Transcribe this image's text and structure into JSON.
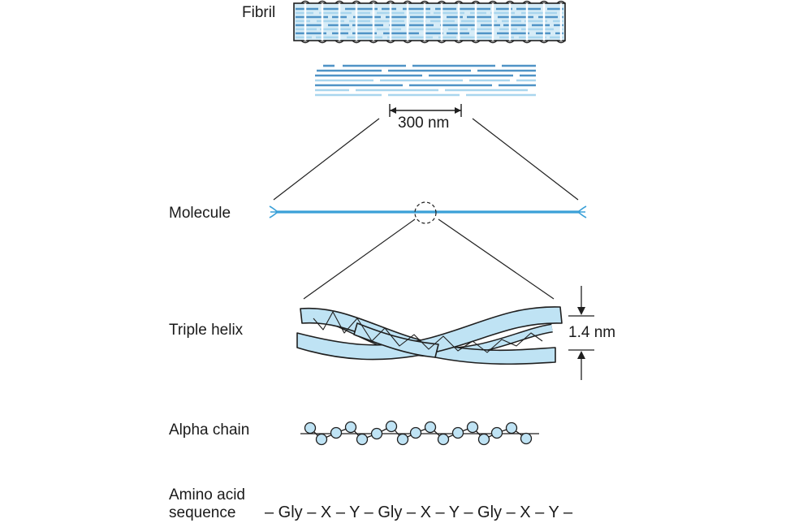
{
  "labels": {
    "fibril": "Fibril",
    "molecule": "Molecule",
    "triple_helix": "Triple helix",
    "alpha_chain": "Alpha chain",
    "amino_acid_line1": "Amino acid",
    "amino_acid_line2": "sequence"
  },
  "dimensions": {
    "period": "300 nm",
    "diameter": "1.4 nm"
  },
  "sequence": "– Gly – X – Y – Gly – X – Y – Gly – X – Y –",
  "colors": {
    "blue_dark": "#4f93c6",
    "blue_light": "#a9d6ee",
    "blue_fill": "#bfe3f4",
    "line": "#1f1f1f",
    "molecule": "#3aa0d8"
  }
}
